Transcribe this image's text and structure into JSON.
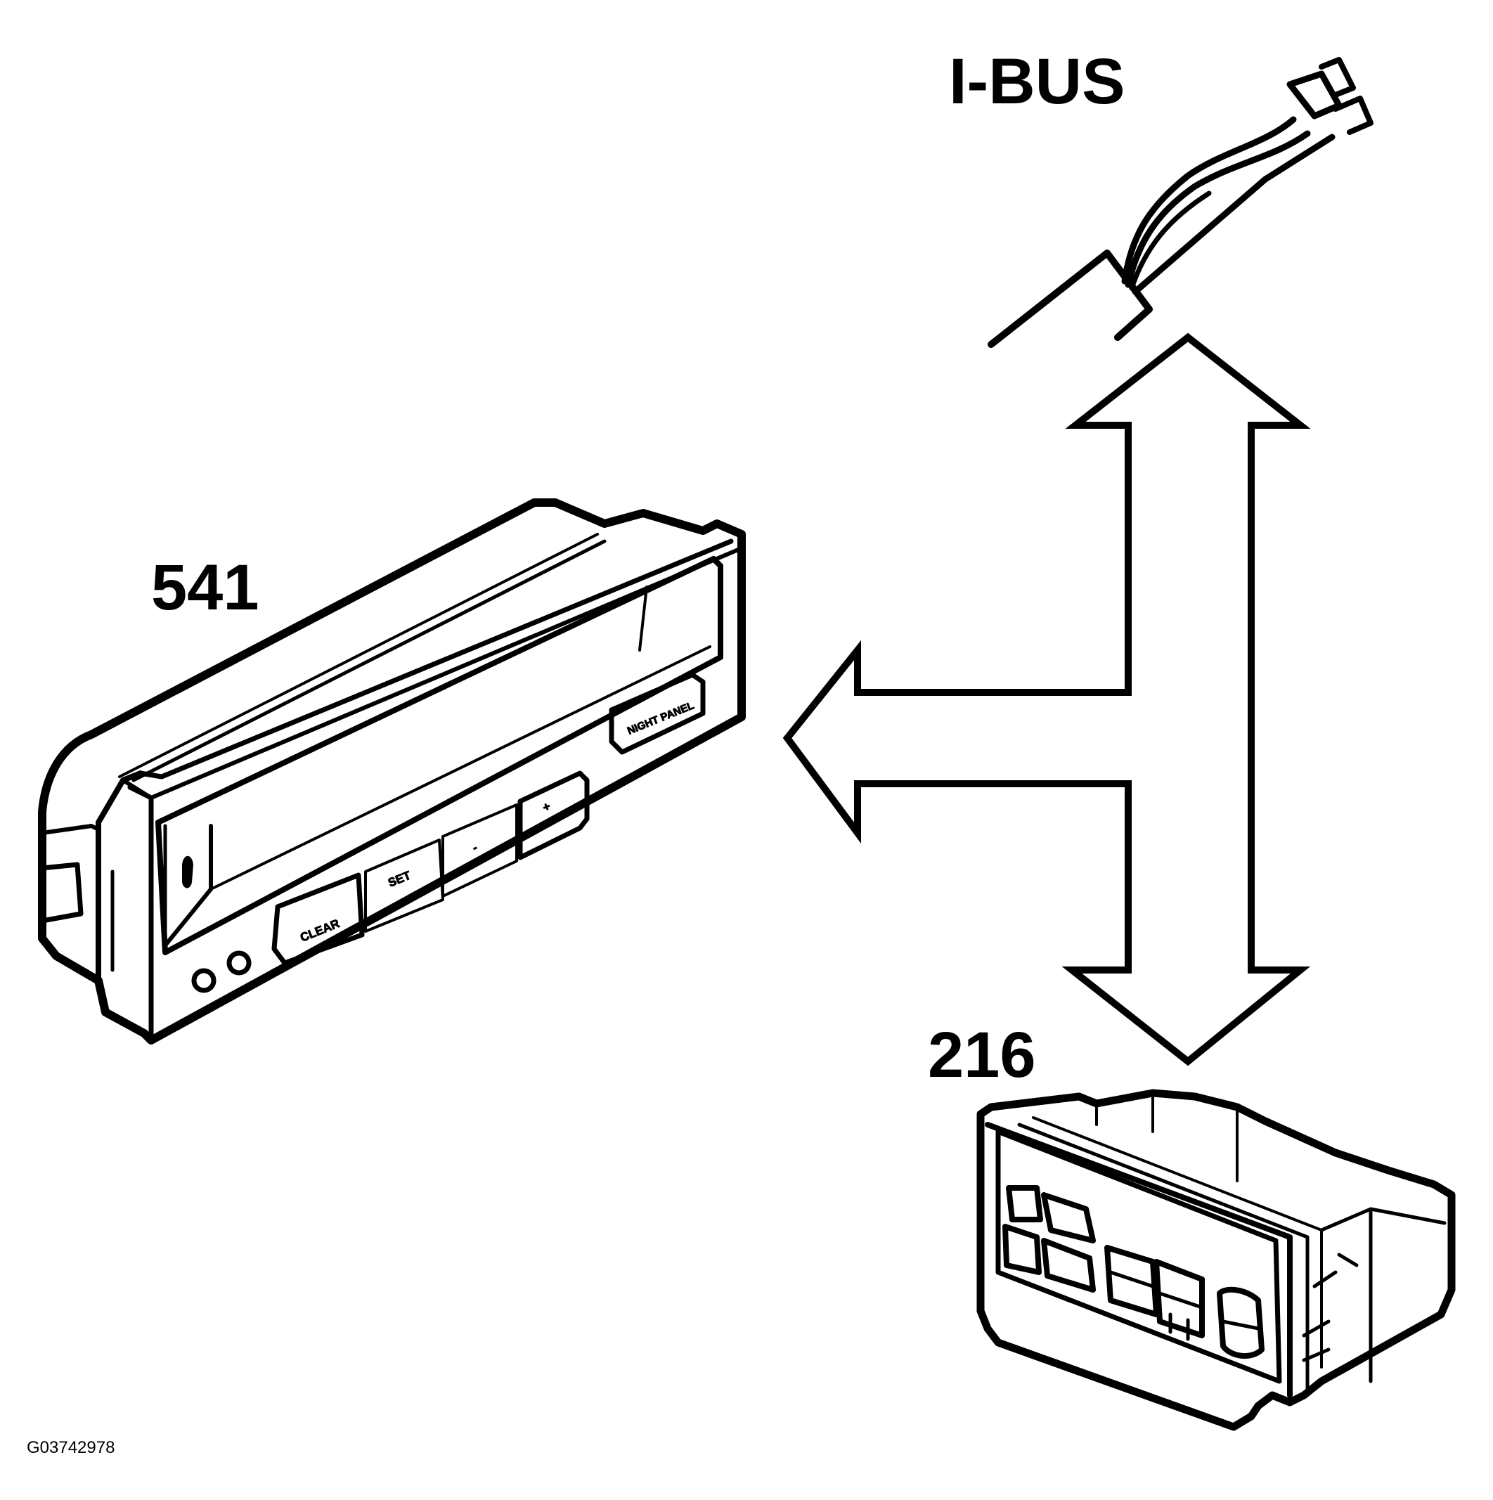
{
  "labels": {
    "bus": "I-BUS",
    "module_a": "541",
    "module_b": "216",
    "figure_id": "G03742978"
  },
  "buttons": {
    "clear": "CLEAR",
    "set": "SET",
    "minus": "-",
    "plus": "+",
    "night_panel": "NIGHT PANEL"
  },
  "colors": {
    "line": "#000000",
    "background": "#ffffff"
  }
}
